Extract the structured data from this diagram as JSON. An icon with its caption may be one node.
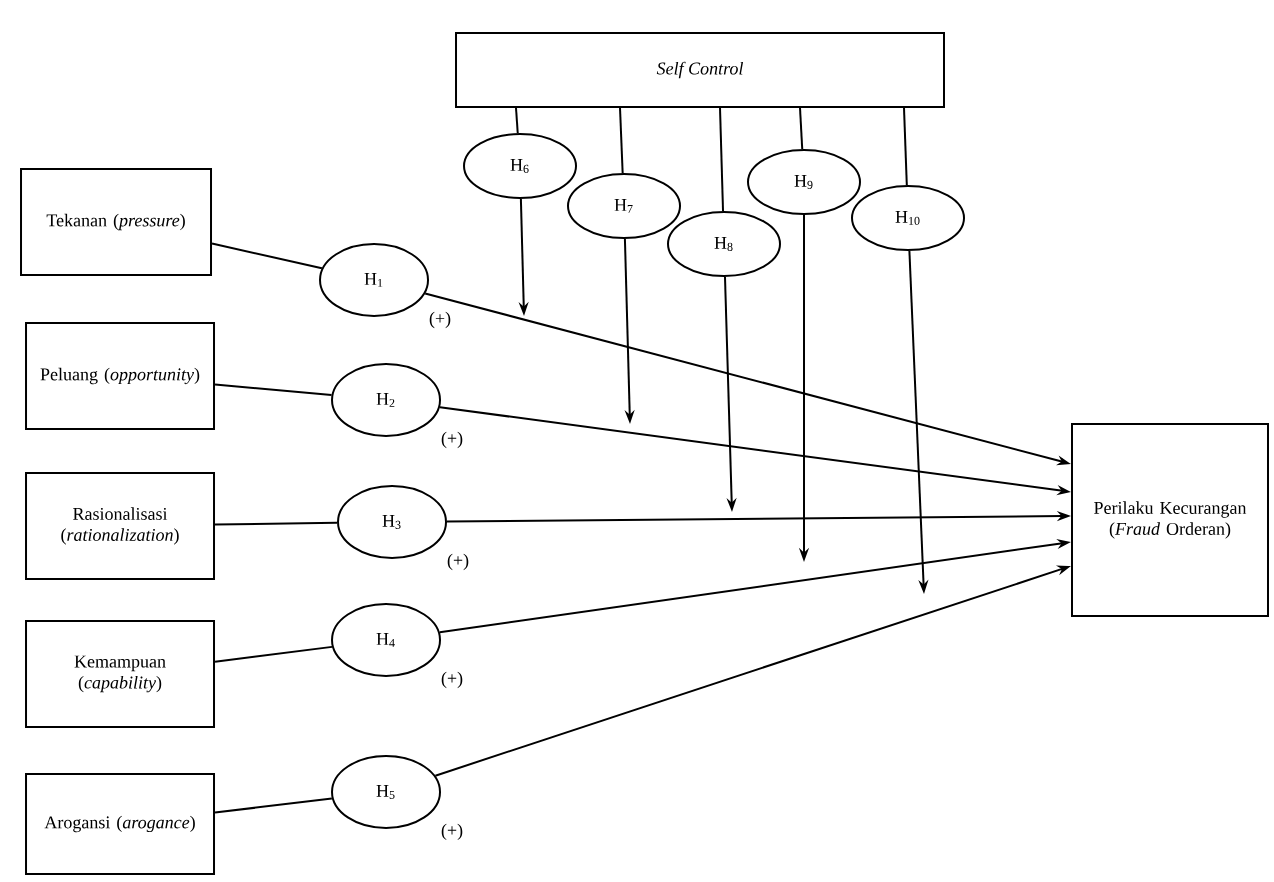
{
  "diagram": {
    "nodes": [
      {
        "text": [
          "Self Control"
        ]
      },
      {
        "text": [
          "H$_{6}$"
        ]
      },
      {
        "text": [
          "H$_{7}$"
        ]
      },
      {
        "text": [
          "H$_{8}$"
        ]
      },
      {
        "text": [
          "H$_{9}$"
        ]
      },
      {
        "text": [
          "H$_{10}$"
        ]
      },
      {
        "text": [
          "Tekanan (*pressure*)"
        ]
      },
      {
        "text": [
          "H$_{1}$"
        ],
        "beside": [
          "(+)"
        ]
      },
      {
        "text": [
          "Peluang (*opportunity*)"
        ]
      },
      {
        "text": [
          "H$_{2}$"
        ],
        "beside": [
          "(+)"
        ]
      },
      {
        "text": [
          "Rasionalisasi (*rationalization*)"
        ]
      },
      {
        "text": [
          "H$_{3}$"
        ],
        "beside": [
          "(+)"
        ]
      },
      {
        "text": [
          "Kemampuan (*capability*)"
        ]
      },
      {
        "text": [
          "H$_{4}$"
        ],
        "beside": [
          "(+)"
        ]
      },
      {
        "text": [
          "Arogansi (*arogance*)"
        ]
      },
      {
        "text": [
          "H$_{5}$"
        ],
        "beside": [
          "(+)"
        ]
      },
      {
        "text": [
          "Perilaku Kecurangan (*Fraud* Orderan)"
        ]
      }
    ],
    "edges": [
      {
        "from": 6,
        "to": 7,
        "arrow": "none"
      },
      {
        "from": 7,
        "to": 16,
        "arrow": "to"
      },
      {
        "from": 8,
        "to": 9,
        "arrow": "none"
      },
      {
        "from": 9,
        "to": 16,
        "arrow": "to"
      },
      {
        "from": 10,
        "to": 11,
        "arrow": "none"
      },
      {
        "from": 11,
        "to": 16,
        "arrow": "to"
      },
      {
        "from": 12,
        "to": 13,
        "arrow": "none"
      },
      {
        "from": 13,
        "to": 16,
        "arrow": "to"
      },
      {
        "from": 14,
        "to": 15,
        "arrow": "none"
      },
      {
        "from": 15,
        "to": 16,
        "arrow": "to"
      },
      {
        "from": 0,
        "to": 1,
        "arrow": "none"
      },
      {
        "from": 1,
        "to": null,
        "arrow": "to"
      },
      {
        "from": 0,
        "to": 2,
        "arrow": "none"
      },
      {
        "from": 2,
        "to": null,
        "arrow": "to"
      },
      {
        "from": 0,
        "to": 3,
        "arrow": "none"
      },
      {
        "from": 3,
        "to": null,
        "arrow": "to"
      },
      {
        "from": 0,
        "to": 4,
        "arrow": "none"
      },
      {
        "from": 4,
        "to": null,
        "arrow": "to"
      },
      {
        "from": 0,
        "to": 5,
        "arrow": "none"
      },
      {
        "from": 5,
        "to": null,
        "arrow": "to"
      }
    ]
  }
}
